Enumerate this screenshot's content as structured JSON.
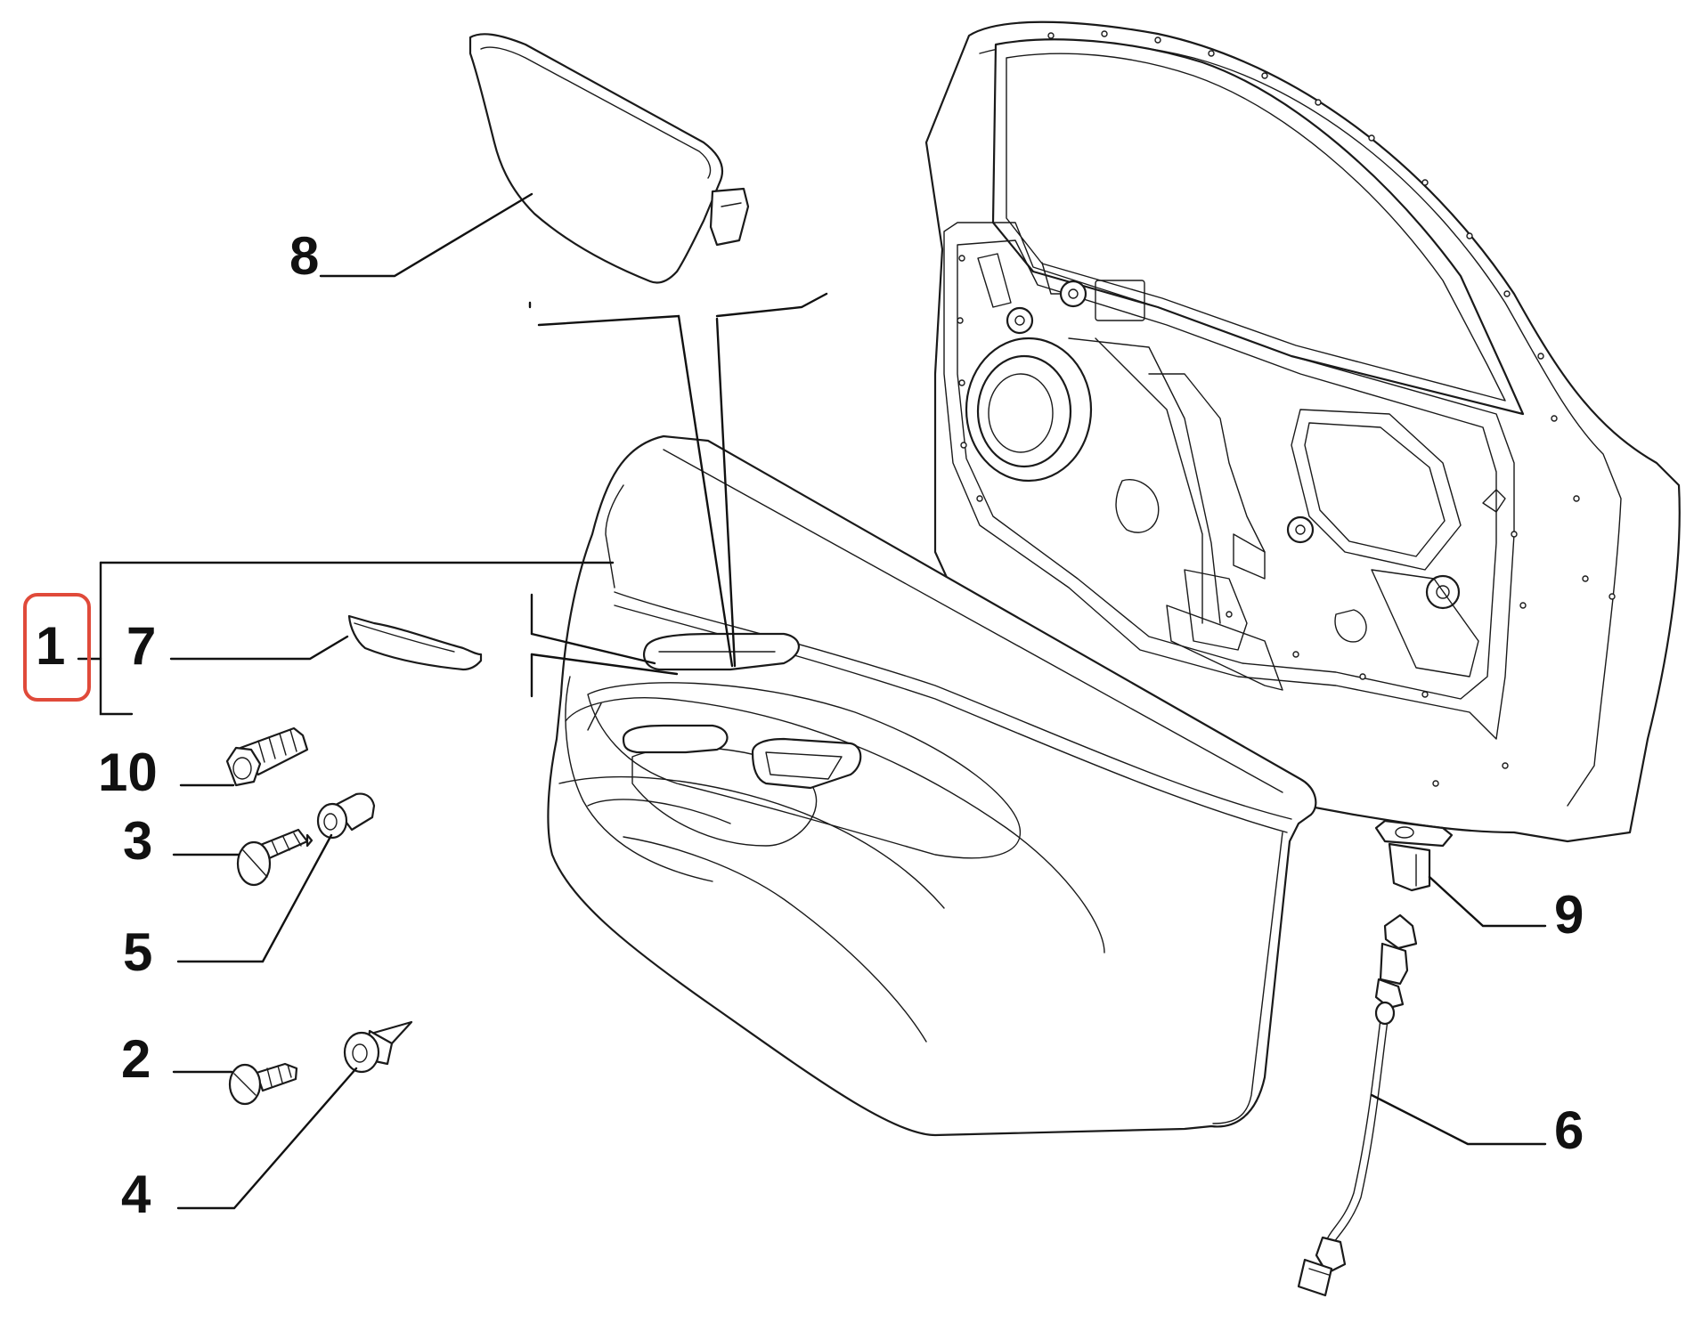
{
  "callouts": {
    "c1": "1",
    "c2": "2",
    "c3": "3",
    "c4": "4",
    "c5": "5",
    "c6": "6",
    "c7": "7",
    "c8": "8",
    "c9": "9",
    "c10": "10"
  },
  "colors": {
    "highlight": "#e04a3a",
    "line": "#111111"
  },
  "selected_callout": "1"
}
